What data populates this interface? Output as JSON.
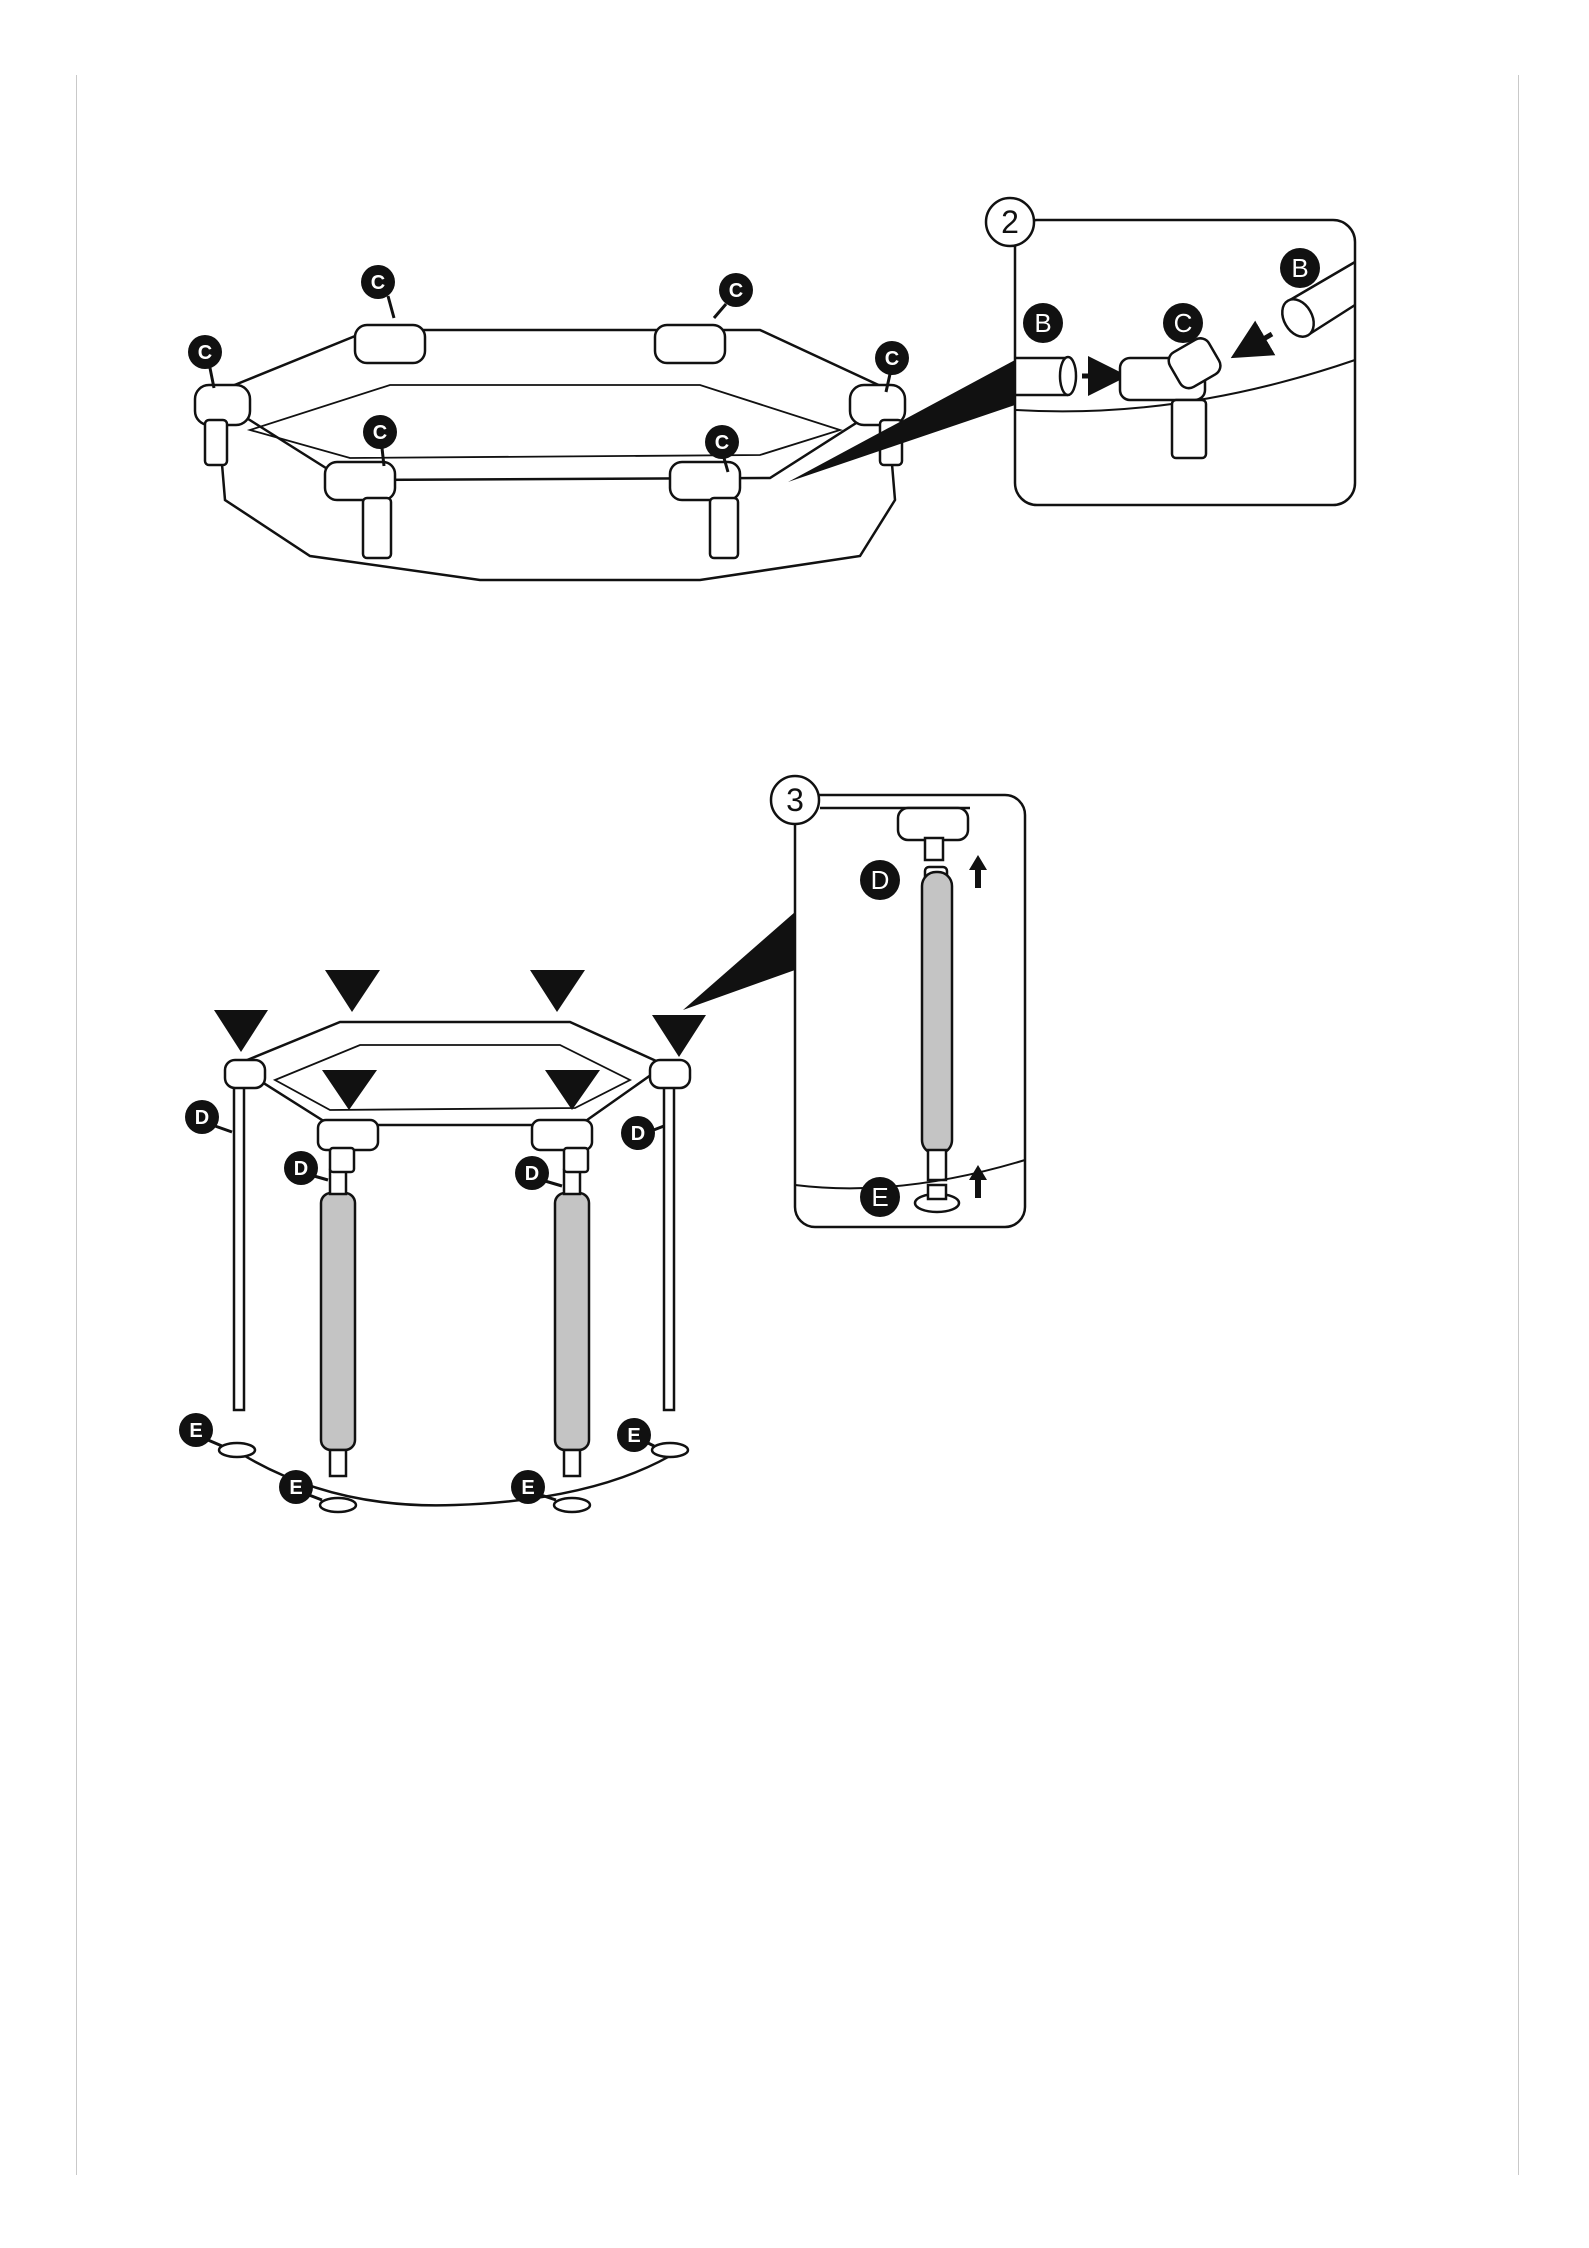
{
  "page": {
    "background": "#ffffff",
    "ink": "#111111",
    "fill_gray": "#c4c4c4"
  },
  "step2": {
    "number": "2",
    "ring_labels": [
      "C",
      "C",
      "C",
      "C",
      "C",
      "C"
    ],
    "inset_labels": {
      "left": "B",
      "center": "C",
      "right": "B"
    }
  },
  "step3": {
    "number": "3",
    "d_labels": [
      "D",
      "D",
      "D",
      "D"
    ],
    "e_labels": [
      "E",
      "E",
      "E",
      "E"
    ],
    "inset_labels": {
      "top": "D",
      "bottom": "E"
    }
  }
}
